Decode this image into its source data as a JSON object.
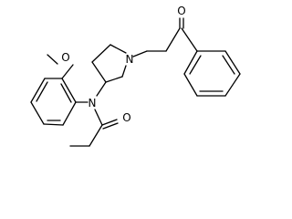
{
  "diagram": {
    "atoms": {
      "methoxy_oxygen": "O",
      "amide_nitrogen": "N",
      "amide_oxygen": "O",
      "ring_nitrogen": "N",
      "ketone_oxygen": "O"
    }
  }
}
